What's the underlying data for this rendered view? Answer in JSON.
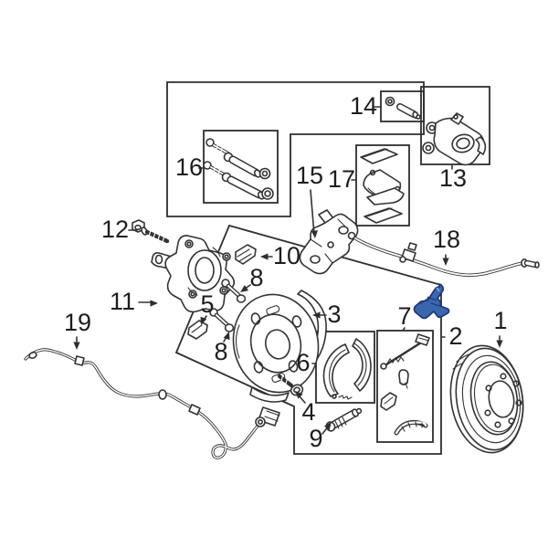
{
  "diagram": {
    "kind": "exploded-parts-diagram",
    "subject": "rear-disc-brake-assembly",
    "background_color": "#ffffff",
    "line_color": "#333333",
    "highlight": {
      "callout": "7",
      "fill_color": "#3a66ae",
      "outline_color": "#1b3474",
      "part": "parking-brake-actuating-lever"
    },
    "callouts": {
      "rotor": {
        "number": "1",
        "part": "brake-rotor"
      },
      "hardware_group": {
        "number": "2",
        "part": "parking-brake-hardware-group"
      },
      "backing_plate": {
        "number": "3",
        "part": "brake-backing-plate"
      },
      "plate_bolt": {
        "number": "4",
        "part": "mounting-bolt"
      },
      "clip_block": {
        "number": "5",
        "part": "retainer-clip"
      },
      "shoe_kit": {
        "number": "6",
        "part": "parking-brake-shoe-set"
      },
      "lever_kit": {
        "number": "7",
        "part": "parking-brake-hardware-kit"
      },
      "pin_upper": {
        "number": "8",
        "part": "anchor-pin"
      },
      "pin_lower": {
        "number": "8",
        "part": "anchor-pin"
      },
      "adjuster": {
        "number": "9",
        "part": "adjuster-screw"
      },
      "retainer_wedge": {
        "number": "10",
        "part": "wedge-clip"
      },
      "hub": {
        "number": "11",
        "part": "hub-and-knuckle-assembly"
      },
      "hub_bolt": {
        "number": "12",
        "part": "hub-bolt"
      },
      "caliper": {
        "number": "13",
        "part": "brake-caliper"
      },
      "bleeder_kit": {
        "number": "14",
        "part": "bleeder-screw-kit"
      },
      "caliper_bracket": {
        "number": "15",
        "part": "caliper-anchor-bracket"
      },
      "guide_pin_kit": {
        "number": "16",
        "part": "caliper-guide-pin-kit"
      },
      "pad_kit": {
        "number": "17",
        "part": "brake-pad-set"
      },
      "brake_hose": {
        "number": "18",
        "part": "brake-hose"
      },
      "abs_sensor_wire": {
        "number": "19",
        "part": "abs-wheel-speed-sensor-wire"
      }
    }
  }
}
